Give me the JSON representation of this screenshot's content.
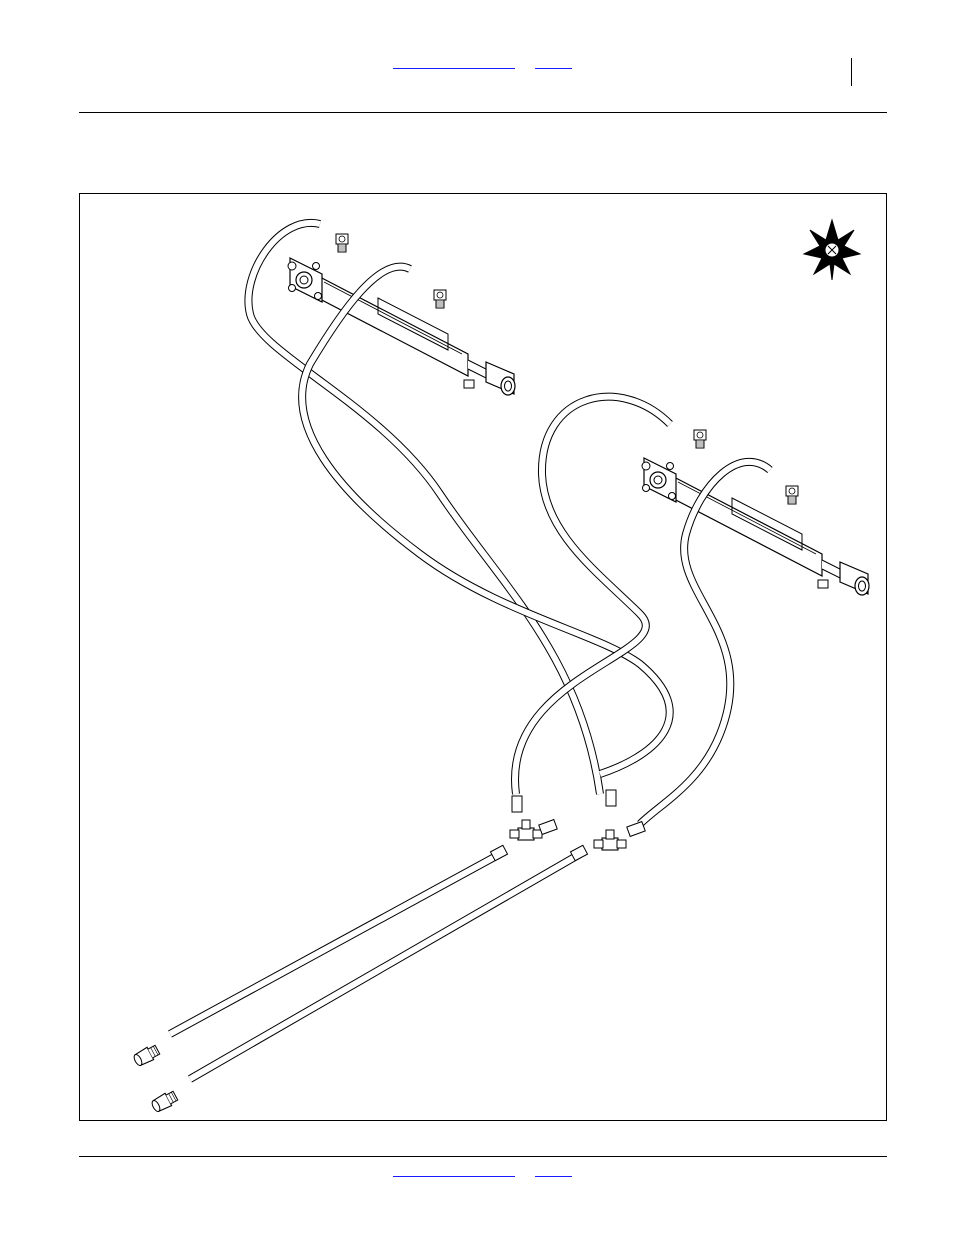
{
  "header": {
    "link_left": "",
    "link_right": ""
  },
  "footer": {
    "link_left": "",
    "link_right": ""
  },
  "figure": {
    "compass_icon": "compass-star-icon",
    "parts": [
      "hydraulic-cylinder-upper",
      "hydraulic-cylinder-lower",
      "hydraulic-hose",
      "tee-fitting",
      "elbow-fitting",
      "male-tip-coupler"
    ]
  }
}
